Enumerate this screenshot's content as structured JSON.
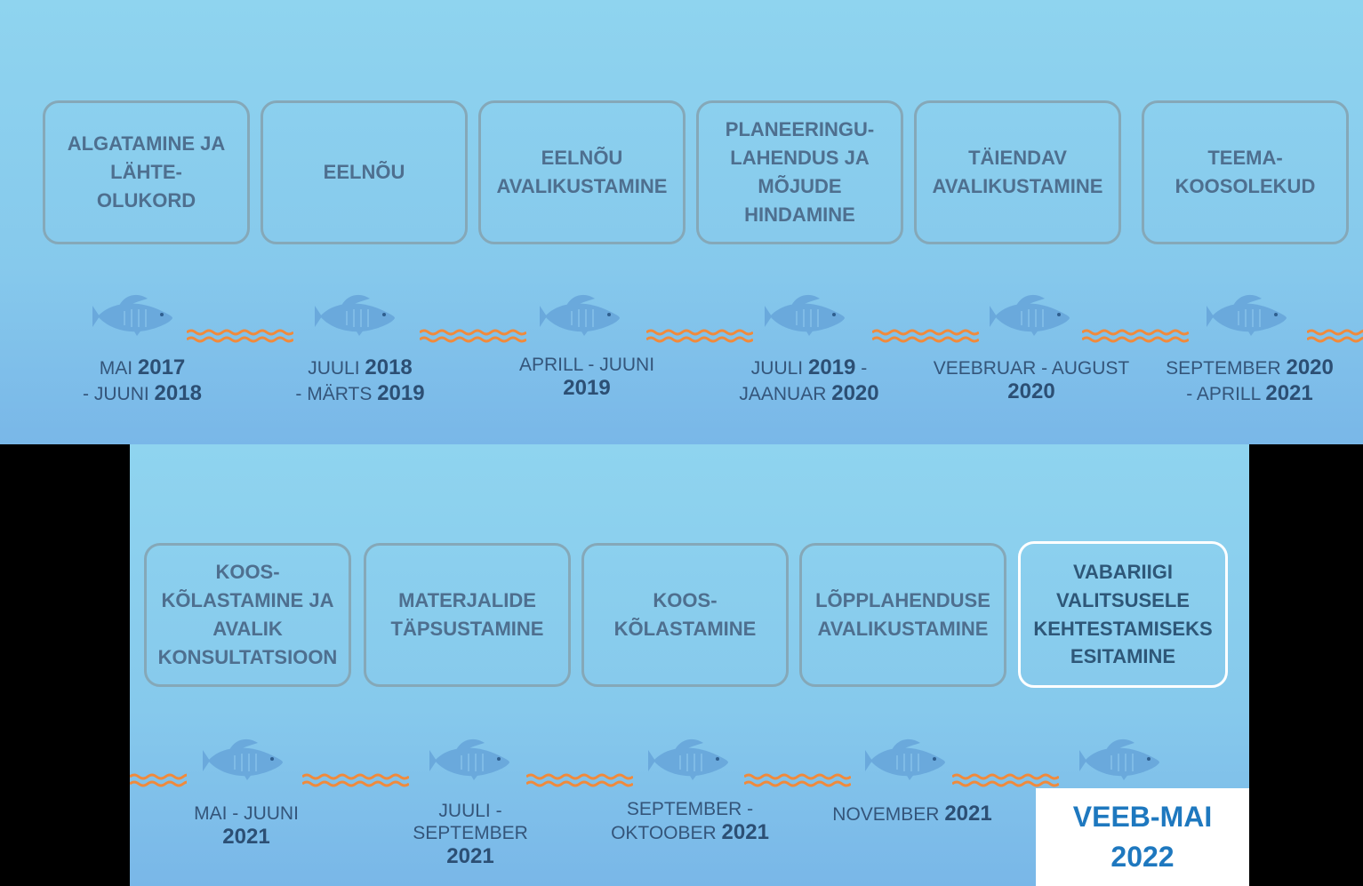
{
  "top_stages": [
    "ALGATAMINE JA\nLÄHTE-\nOLUKORD",
    "EELNÕU",
    "EELNÕU\nAVALIKUSTAMINE",
    "PLANEERINGU-\nLAHENDUS JA\nMÕJUDE\nHINDAMINE",
    "TÄIENDAV\nAVALIKUSTAMINE",
    "TEEMA-\nKOOSOLEKUD"
  ],
  "top_dates": [
    {
      "a": "MAI ",
      "b": "2017",
      "c": "\n- JUUNI ",
      "d": "2018"
    },
    {
      "a": "JUULI ",
      "b": "2018",
      "c": "\n- MÄRTS ",
      "d": "2019"
    },
    {
      "a": "APRILL - JUUNI\n",
      "b": "2019",
      "c": "",
      "d": ""
    },
    {
      "a": "JUULI ",
      "b": "2019",
      "c": " -\nJAANUAR ",
      "d": "2020"
    },
    {
      "a": "VEEBRUAR - AUGUST\n",
      "b": "2020",
      "c": "",
      "d": ""
    },
    {
      "a": "SEPTEMBER ",
      "b": "2020",
      "c": "\n- APRILL ",
      "d": "2021"
    }
  ],
  "bottom_stages": [
    "KOOS-\nKÕLASTAMINE JA\nAVALIK\nKONSULTATSIOON",
    "MATERJALIDE\nTÄPSUSTAMINE",
    "KOOS-\nKÕLASTAMINE",
    "LÕPPLAHENDUSE\nAVALIKUSTAMINE",
    "VABARIIGI\nVALITSUSELE\nKEHTESTAMISEKS\nESITAMINE"
  ],
  "bottom_dates": [
    {
      "a": "MAI - JUUNI\n",
      "b": "2021",
      "c": "",
      "d": ""
    },
    {
      "a": "JUULI -\nSEPTEMBER\n",
      "b": "2021",
      "c": "",
      "d": ""
    },
    {
      "a": "SEPTEMBER -\nOKTOOBER ",
      "b": "2021",
      "c": "",
      "d": ""
    },
    {
      "a": "NOVEMBER ",
      "b": "2021",
      "c": "",
      "d": ""
    }
  ],
  "final_label": {
    "line1": "VEEB-MAI",
    "line2": "2022"
  },
  "colors": {
    "background": "#8fd4ef",
    "box_border": "#85a8b8",
    "text": "#4e6f8f",
    "wave": "#f08a3c",
    "fish": "#6aa9dc",
    "final_text": "#1e78bf"
  },
  "icons": {
    "fish": "fish-icon",
    "wave": "wave-icon"
  }
}
